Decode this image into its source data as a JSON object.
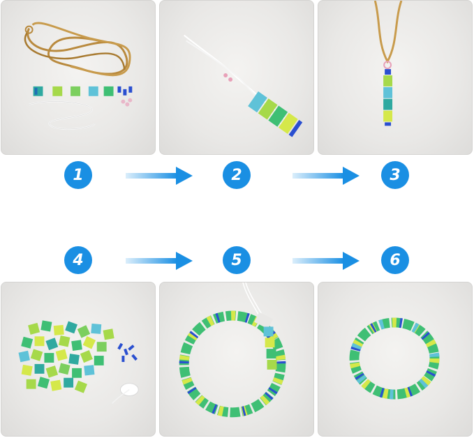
{
  "steps": [
    "1",
    "2",
    "3",
    "4",
    "5",
    "6"
  ],
  "colors": {
    "step_circle": "#1a8fe3",
    "arrow_start": "#dbeefb",
    "arrow_end": "#1a8fe3",
    "photo_bg": "#eceae8"
  },
  "photos": [
    {
      "name": "materials-kit-photo"
    },
    {
      "name": "threading-beads-photo"
    },
    {
      "name": "pendant-necklace-photo"
    },
    {
      "name": "tila-beads-pile-photo"
    },
    {
      "name": "open-bracelet-photo"
    },
    {
      "name": "finished-bracelet-photo"
    }
  ]
}
